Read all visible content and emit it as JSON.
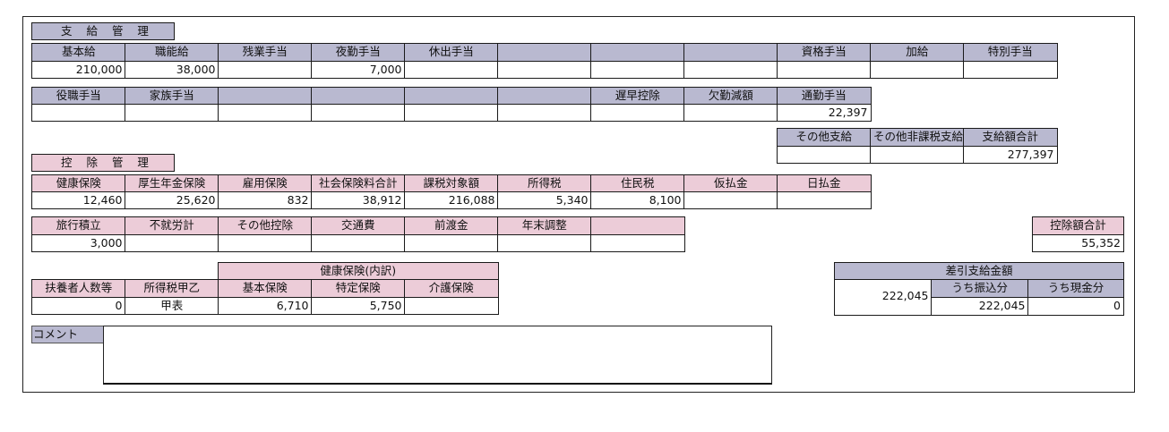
{
  "payment": {
    "title": "支 給 管 理",
    "row1": {
      "headers": [
        "基本給",
        "職能給",
        "残業手当",
        "夜勤手当",
        "休出手当",
        "",
        "",
        "",
        "資格手当",
        "加給",
        "特別手当"
      ],
      "values": [
        "210,000",
        "38,000",
        "",
        "7,000",
        "",
        "",
        "",
        "",
        "",
        "",
        ""
      ]
    },
    "row2": {
      "headers": [
        "役職手当",
        "家族手当",
        "",
        "",
        "",
        "",
        "遅早控除",
        "欠勤減額",
        "通勤手当"
      ],
      "values": [
        "",
        "",
        "",
        "",
        "",
        "",
        "",
        "",
        "22,397"
      ]
    },
    "other": {
      "headers": [
        "その他支給",
        "その他非課税支給",
        "支給額合計"
      ],
      "values": [
        "",
        "",
        "277,397"
      ]
    }
  },
  "deduction": {
    "title": "控 除 管 理",
    "row1": {
      "headers": [
        "健康保険",
        "厚生年金保険",
        "雇用保険",
        "社会保険料合計",
        "課税対象額",
        "所得税",
        "住民税",
        "仮払金",
        "日払金"
      ],
      "values": [
        "12,460",
        "25,620",
        "832",
        "38,912",
        "216,088",
        "5,340",
        "8,100",
        "",
        ""
      ]
    },
    "row2": {
      "headers": [
        "旅行積立",
        "不就労計",
        "その他控除",
        "交通費",
        "前渡金",
        "年末調整",
        ""
      ],
      "values": [
        "3,000",
        "",
        "",
        "",
        "",
        "",
        ""
      ]
    },
    "total": {
      "header": "控除額合計",
      "value": "55,352"
    }
  },
  "dependents": {
    "breakdown_title": "健康保険(内訳)",
    "headers": [
      "扶養者人数等",
      "所得税甲乙",
      "基本保険",
      "特定保険",
      "介護保険"
    ],
    "values": [
      "0",
      "甲表",
      "6,710",
      "5,750",
      ""
    ]
  },
  "net": {
    "title": "差引支給金額",
    "total": "222,045",
    "transfer_label": "うち振込分",
    "transfer_value": "222,045",
    "cash_label": "うち現金分",
    "cash_value": "0"
  },
  "comment": {
    "label": "コメント",
    "text": ""
  }
}
